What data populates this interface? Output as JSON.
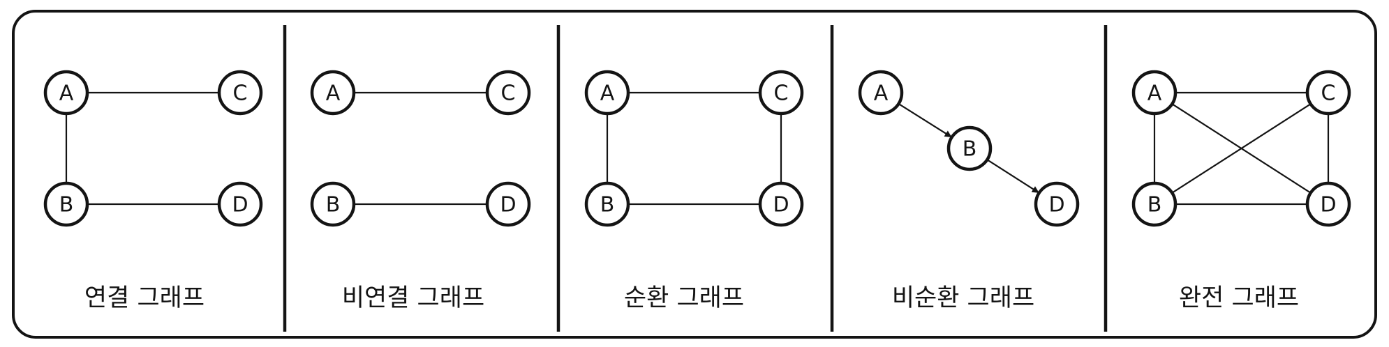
{
  "colors": {
    "stroke": "#141414",
    "background": "#ffffff"
  },
  "panels": [
    {
      "title": "연결 그래프",
      "directed": false,
      "nodes": [
        "A",
        "C",
        "B",
        "D"
      ],
      "edges": [
        [
          "A",
          "C"
        ],
        [
          "A",
          "B"
        ],
        [
          "B",
          "D"
        ]
      ]
    },
    {
      "title": "비연결 그래프",
      "directed": false,
      "nodes": [
        "A",
        "C",
        "B",
        "D"
      ],
      "edges": [
        [
          "A",
          "C"
        ],
        [
          "B",
          "D"
        ]
      ]
    },
    {
      "title": "순환 그래프",
      "directed": false,
      "nodes": [
        "A",
        "C",
        "B",
        "D"
      ],
      "edges": [
        [
          "A",
          "C"
        ],
        [
          "A",
          "B"
        ],
        [
          "C",
          "D"
        ],
        [
          "B",
          "D"
        ]
      ]
    },
    {
      "title": "비순환 그래프",
      "directed": true,
      "nodes": [
        "A",
        "B",
        "D"
      ],
      "edges": [
        [
          "A",
          "B"
        ],
        [
          "B",
          "D"
        ]
      ]
    },
    {
      "title": "완전 그래프",
      "directed": false,
      "nodes": [
        "A",
        "C",
        "B",
        "D"
      ],
      "edges": [
        [
          "A",
          "C"
        ],
        [
          "A",
          "B"
        ],
        [
          "A",
          "D"
        ],
        [
          "C",
          "B"
        ],
        [
          "C",
          "D"
        ],
        [
          "B",
          "D"
        ]
      ]
    }
  ]
}
